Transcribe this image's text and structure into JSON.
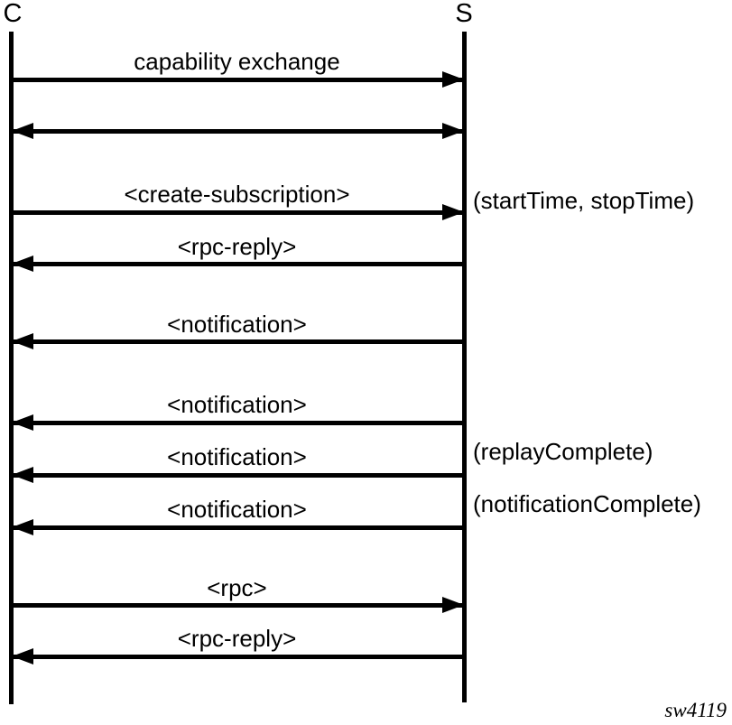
{
  "diagram": {
    "client_label": "C",
    "server_label": "S",
    "watermark": "sw4119",
    "colors": {
      "line": "#000000",
      "background": "#ffffff",
      "text": "#000000"
    },
    "messages": [
      {
        "label": "capability exchange",
        "direction": "right",
        "annotation": ""
      },
      {
        "label": "",
        "direction": "both",
        "annotation": ""
      },
      {
        "label": "<create-subscription>",
        "direction": "right",
        "annotation": "(startTime, stopTime)"
      },
      {
        "label": "<rpc-reply>",
        "direction": "left",
        "annotation": ""
      },
      {
        "label": "<notification>",
        "direction": "left",
        "annotation": ""
      },
      {
        "label": "<notification>",
        "direction": "left",
        "annotation": ""
      },
      {
        "label": "<notification>",
        "direction": "left",
        "annotation": "(replayComplete)"
      },
      {
        "label": "<notification>",
        "direction": "left",
        "annotation": "(notificationComplete)"
      },
      {
        "label": "<rpc>",
        "direction": "right",
        "annotation": ""
      },
      {
        "label": "<rpc-reply>",
        "direction": "left",
        "annotation": ""
      }
    ]
  }
}
